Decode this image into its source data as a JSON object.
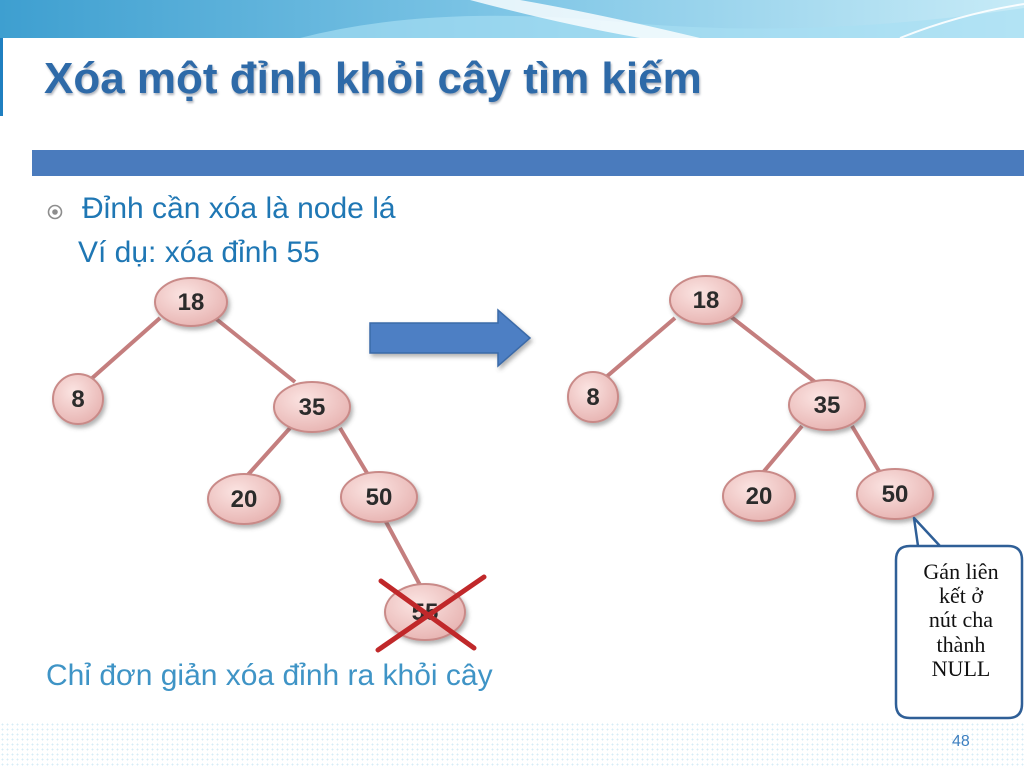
{
  "slide": {
    "title": "Xóa một đỉnh khỏi cây tìm kiếm",
    "bullet": "Đỉnh cần xóa là node lá",
    "example": "Ví dụ: xóa đỉnh 55",
    "conclusion": "Chỉ đơn giản xóa đỉnh ra khỏi cây",
    "page_number": "48"
  },
  "trees": {
    "before": {
      "nodes": [
        "18",
        "8",
        "35",
        "20",
        "50",
        "55"
      ],
      "deleted": "55"
    },
    "after": {
      "nodes": [
        "18",
        "8",
        "35",
        "20",
        "50"
      ]
    }
  },
  "callout": {
    "lines": [
      "Gán liên",
      "kết ở",
      "nút cha",
      "thành",
      "NULL"
    ]
  },
  "colors": {
    "title": "#2e6aa8",
    "accent_bar": "#4a7bbd",
    "text": "#1f77b4",
    "node_fill": "#f2c9c7",
    "edge": "#c47e7e",
    "cross": "#c0282a",
    "arrow": "#4d7fc4"
  }
}
